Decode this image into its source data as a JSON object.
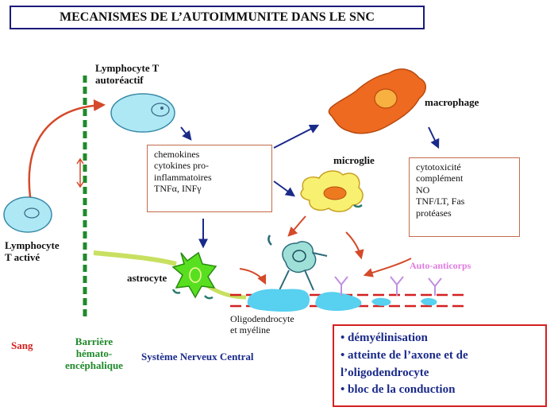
{
  "title": "MECANISMES DE L’AUTOIMMUNITE DANS LE SNC",
  "cells": {
    "lymphocyte_autoreactif": [
      "Lymphocyte T",
      "autoréactif"
    ],
    "lymphocyte_active": [
      "Lymphocyte",
      "T activé"
    ],
    "macrophage": "macrophage",
    "microglie": "microglie",
    "astrocyte": "astrocyte",
    "oligodendrocyte": [
      "Oligodendrocyte",
      "et myéline"
    ],
    "auto_anticorps": "Auto-anticorps"
  },
  "mediators_box": [
    "chemokines",
    "cytokines pro-",
    "inflammatoires",
    "TNFα, INFγ"
  ],
  "effector_box": [
    "cytotoxicité",
    "complément",
    "NO",
    "TNF/LT,  Fas",
    "protéases"
  ],
  "compartments": {
    "sang": "Sang",
    "barriere": [
      "Barrière",
      "hémato-",
      "encéphalique"
    ],
    "snc": "Système Nerveux Central"
  },
  "outcomes": [
    "• démyélinisation",
    "• atteinte de l’axone et de",
    "l’oligodendrocyte",
    "• bloc de la conduction"
  ],
  "colors": {
    "sang": "#d42020",
    "barriere": "#1f8a2a",
    "snc": "#1a2a8a",
    "arrow_blue": "#1a2a8a",
    "arrow_red": "#d44a2a",
    "antibody": "#e07ae0"
  }
}
